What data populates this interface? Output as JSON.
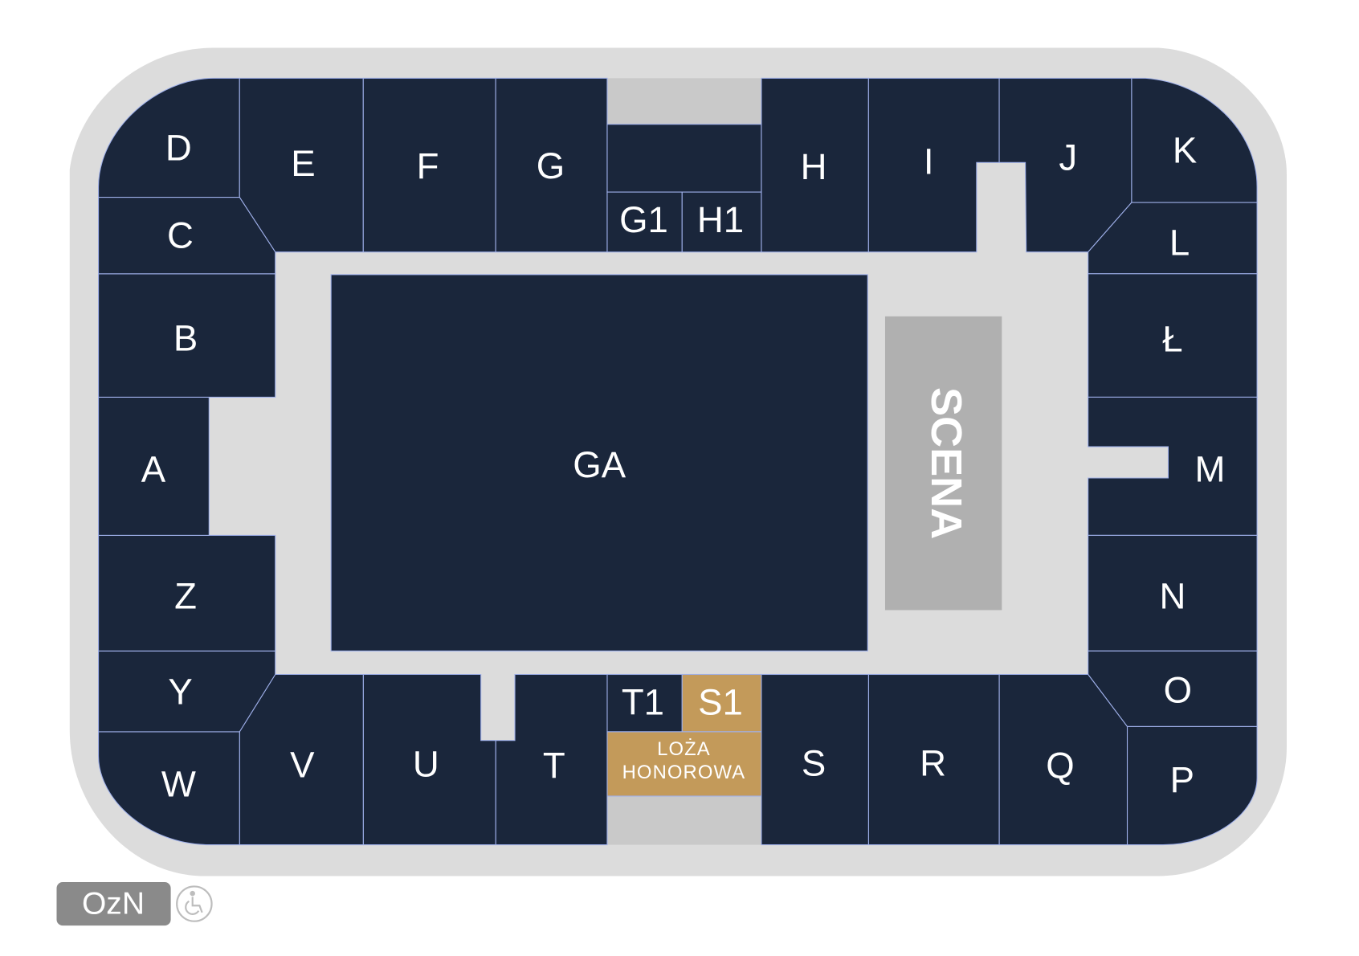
{
  "sections": {
    "D": "D",
    "E": "E",
    "F": "F",
    "G": "G",
    "G1": "G1",
    "H1": "H1",
    "H": "H",
    "I": "I",
    "J": "J",
    "K": "K",
    "L": "L",
    "L_stroke": "Ł",
    "M": "M",
    "N": "N",
    "O": "O",
    "P": "P",
    "Q": "Q",
    "R": "R",
    "S": "S",
    "S1": "S1",
    "T1": "T1",
    "T": "T",
    "U": "U",
    "V": "V",
    "W": "W",
    "Y": "Y",
    "Z": "Z",
    "A": "A",
    "B": "B",
    "C": "C",
    "GA": "GA"
  },
  "loza": {
    "line1": "LOŻA",
    "line2": "HONOROWA"
  },
  "stage": "SCENA",
  "accessibility": {
    "button_label": "OzN",
    "icon": "wheelchair-icon"
  },
  "colors": {
    "section": "#1a263b",
    "vip": "#c39a5a",
    "stage": "#b0b0b0",
    "concourse": "#dcdcdc"
  }
}
